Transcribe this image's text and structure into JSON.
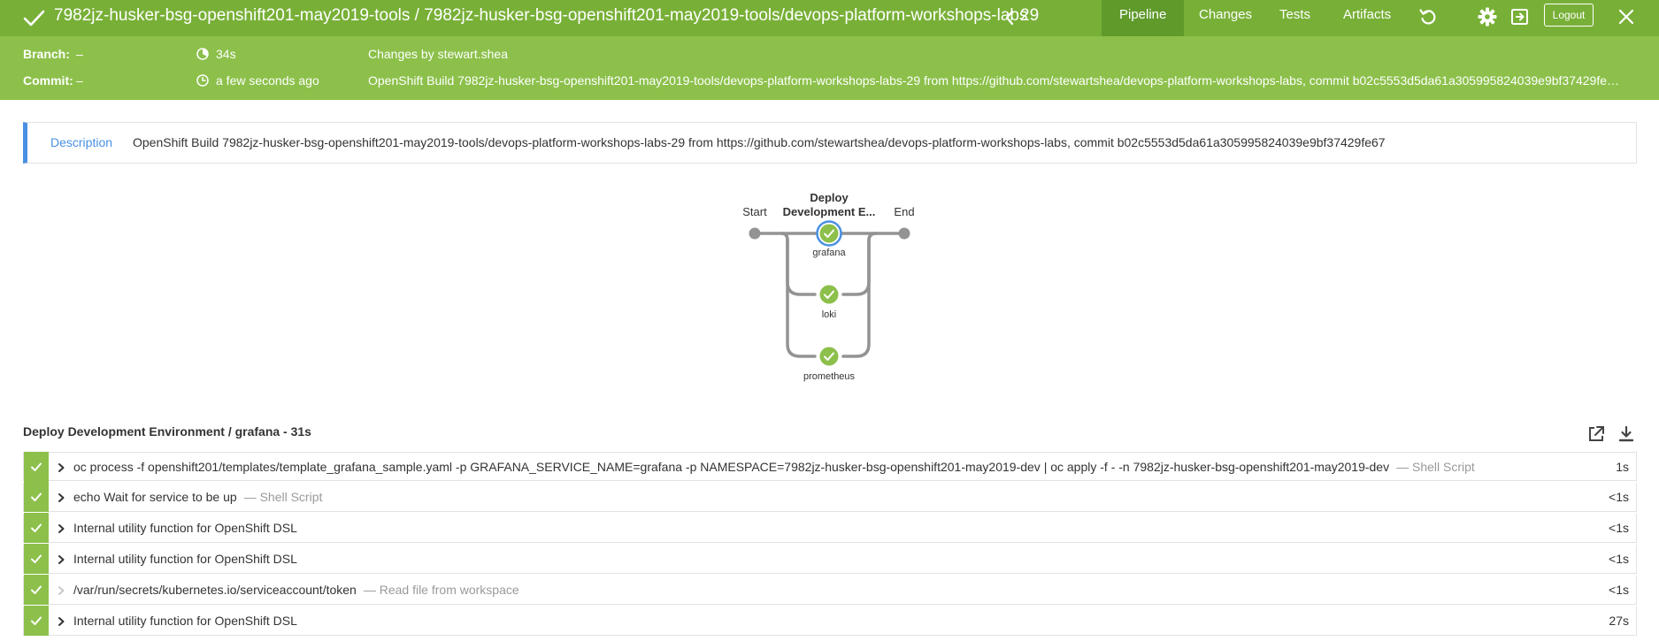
{
  "header": {
    "title": "7982jz-husker-bsg-openshift201-may2019-tools / 7982jz-husker-bsg-openshift201-may2019-tools/devops-platform-workshops-labs",
    "run_number": "29",
    "tabs": [
      {
        "label": "Pipeline",
        "active": true
      },
      {
        "label": "Changes",
        "active": false
      },
      {
        "label": "Tests",
        "active": false
      },
      {
        "label": "Artifacts",
        "active": false
      }
    ],
    "logout_label": "Logout",
    "colors": {
      "primary": "#78b037",
      "secondary": "#8cc04b",
      "active_tab": "#5f9a2b",
      "accent": "#4a90e2"
    }
  },
  "summary": {
    "branch_label": "Branch:",
    "branch_value": "–",
    "commit_label": "Commit:",
    "commit_value": "–",
    "duration": "34s",
    "time_ago": "a few seconds ago",
    "changes_by": "Changes by stewart.shea",
    "cause": "OpenShift Build 7982jz-husker-bsg-openshift201-may2019-tools/devops-platform-workshops-labs-29 from https://github.com/stewartshea/devops-platform-workshops-labs, commit b02c5553d5da61a305995824039e9bf37429fe…"
  },
  "description": {
    "label": "Description",
    "text": "OpenShift Build 7982jz-husker-bsg-openshift201-may2019-tools/devops-platform-workshops-labs-29 from https://github.com/stewartshea/devops-platform-workshops-labs, commit b02c5553d5da61a305995824039e9bf37429fe67"
  },
  "graph": {
    "start_label": "Start",
    "end_label": "End",
    "stage_label_line1": "Deploy",
    "stage_label_line2": "Development E...",
    "branches": [
      {
        "name": "grafana",
        "status": "success",
        "selected": true
      },
      {
        "name": "loki",
        "status": "success",
        "selected": false
      },
      {
        "name": "prometheus",
        "status": "success",
        "selected": false
      }
    ]
  },
  "steps": {
    "title": "Deploy Development Environment / grafana - 31s",
    "items": [
      {
        "text": "oc process -f openshift201/templates/template_grafana_sample.yaml -p GRAFANA_SERVICE_NAME=grafana -p NAMESPACE=7982jz-husker-bsg-openshift201-may2019-dev | oc apply -f - -n 7982jz-husker-bsg-openshift201-may2019-dev",
        "kind": "— Shell Script",
        "duration": "1s",
        "expandable": true
      },
      {
        "text": "echo Wait for service to be up",
        "kind": "— Shell Script",
        "duration": "<1s",
        "expandable": true
      },
      {
        "text": "Internal utility function for OpenShift DSL",
        "kind": "",
        "duration": "<1s",
        "expandable": true
      },
      {
        "text": "Internal utility function for OpenShift DSL",
        "kind": "",
        "duration": "<1s",
        "expandable": true
      },
      {
        "text": "/var/run/secrets/kubernetes.io/serviceaccount/token",
        "kind": "— Read file from workspace",
        "duration": "<1s",
        "expandable": false
      },
      {
        "text": "Internal utility function for OpenShift DSL",
        "kind": "",
        "duration": "27s",
        "expandable": true
      }
    ]
  }
}
